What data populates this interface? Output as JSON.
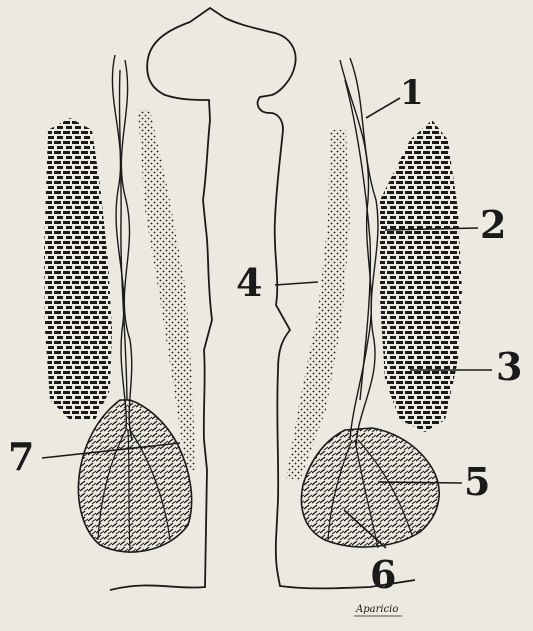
{
  "figure": {
    "labels": {
      "l1": "1",
      "l2": "2",
      "l3": "3",
      "l4": "4",
      "l5": "5",
      "l6": "6",
      "l7": "7"
    },
    "signature": "Aparicio"
  },
  "colors": {
    "background": "#ece9e0",
    "ink": "#1a1a1a"
  }
}
